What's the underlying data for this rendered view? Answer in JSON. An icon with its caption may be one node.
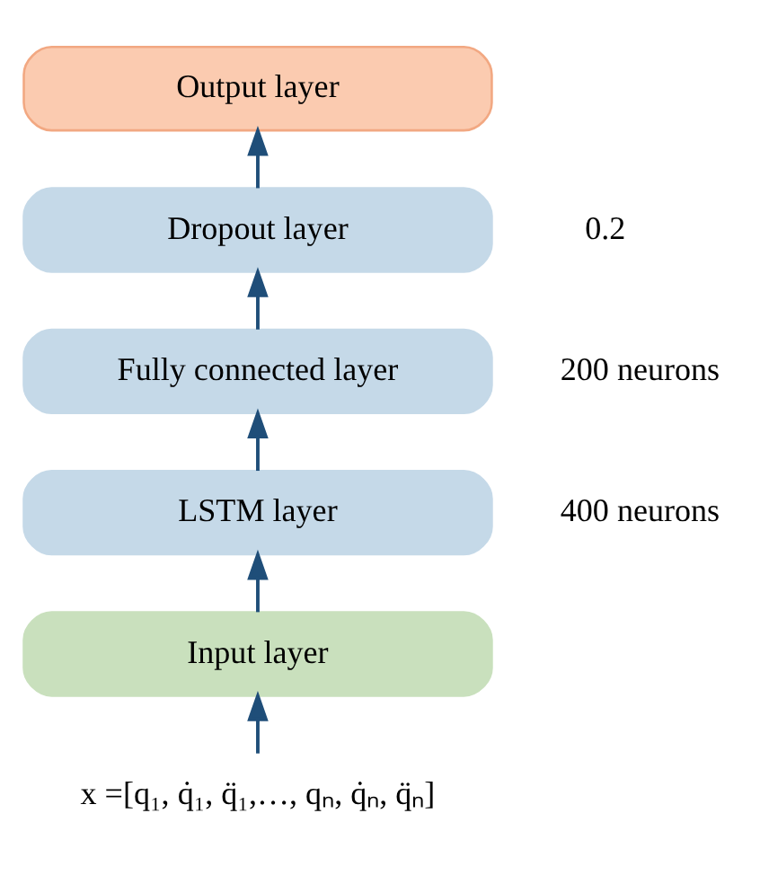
{
  "diagram": {
    "nodes": [
      {
        "text": [
          "Output layer"
        ]
      },
      {
        "text": [
          "Dropout layer"
        ],
        "beside": [
          "0.2"
        ]
      },
      {
        "text": [
          "Fully connected layer"
        ],
        "beside": [
          "200 neurons"
        ]
      },
      {
        "text": [
          "LSTM layer"
        ],
        "beside": [
          "400 neurons"
        ]
      },
      {
        "text": [
          "Input layer"
        ]
      },
      {
        "text": [
          "x =[q₁, q̇₁, q̈₁,…, qₙ, q̇ₙ, q̈ₙ]"
        ]
      }
    ],
    "edges": [
      {
        "from": 5,
        "to": 4,
        "arrow": "to"
      },
      {
        "from": 4,
        "to": 3,
        "arrow": "to"
      },
      {
        "from": 3,
        "to": 2,
        "arrow": "to"
      },
      {
        "from": 2,
        "to": 1,
        "arrow": "to"
      },
      {
        "from": 1,
        "to": 0,
        "arrow": "to"
      }
    ]
  }
}
